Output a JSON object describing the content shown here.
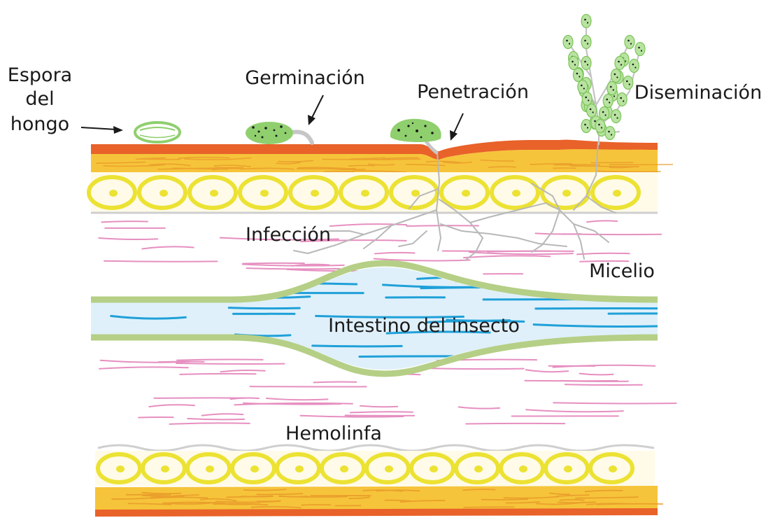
{
  "labels": {
    "spore": [
      "Espora",
      "del",
      "hongo"
    ],
    "germination": "Germinación",
    "penetration": "Penetración",
    "dissemination": "Diseminación",
    "infection": "Infección",
    "mycelium": "Micelio",
    "gut": "Intestino del insecto",
    "hemolymph": "Hemolinfa"
  },
  "colors": {
    "cuticle_outer": "#e8622a",
    "epidermis": "#f6c43a",
    "cell_ring": "#ece233",
    "cell_fill": "#fffbe8",
    "hemolymph_fiber": "#e68fc0",
    "gut_wall": "#b5cf86",
    "gut_fill": "#dff0fa",
    "gut_fiber": "#1fa0d8",
    "spore": "#8fcf6e",
    "hyphae": "#b8b8b8",
    "text": "#1a1a1a"
  }
}
